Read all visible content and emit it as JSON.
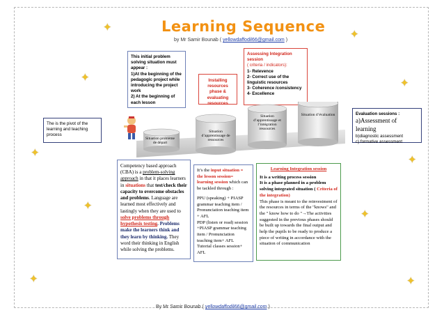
{
  "title": "Learning Sequence",
  "byline": {
    "prefix": "by Mr Samir Bounab (",
    "email": "yellowdaffodil66@gmail.com",
    "suffix": ")"
  },
  "footer": {
    "prefix": "By Mr Samir Bounab (",
    "email": "yellowdaffodil66@gmail.com",
    "suffix": ")"
  },
  "pivot_box": "The is the pivot of the learning and teaching process",
  "initial_box": [
    "This initial problem solving situation must appear :",
    "1)At the beginning of the pedagogic project while introducing the project work",
    "2) At the beginning of each lesson"
  ],
  "installing_box": "Installing resources phase & evaluating resources",
  "assessing_box": {
    "heading": "Assessing Integration session",
    "sub": "( criteria / indicators):",
    "items": [
      "1- Relevence",
      "2- Correct use of the linguistic resources",
      "3- Coherence /consistency",
      "4- Excellence"
    ]
  },
  "evaluation_box": {
    "heading": "Evaluation sessions :",
    "a": "a)Assessment of learning",
    "b": "b)diagnostic assessment",
    "c": "c) formative assessment"
  },
  "steps": [
    {
      "label": "Situation problème de départ"
    },
    {
      "label": "Situation d’apprentissage de ressources"
    },
    {
      "label": "Situation d’apprentissage et l’intégration ressources"
    },
    {
      "label": "Situation d’évaluation"
    }
  ],
  "competency_box": {
    "p1": "Competency based approach (CBA) is a",
    "p2": "problem-solving approach",
    "p3": "in that it places learners in",
    "p4": "situations",
    "p5": "that",
    "p6": "test/check their capacity to overcome obstacles and problems",
    "p7": ". Language are learned most effectively and lastingly when they are used to",
    "p8": "solve problems through hypothesis testing",
    "p9": ". Problems make the learners think and they learn by thinking.",
    "p10": "They word their thinking in English while solving the problems."
  },
  "input_box": {
    "p1": "It’s the",
    "p2": "input situation = the lesson session= learning session",
    "p3": "which can be tackled through :",
    "items": [
      "PPU (speaking) + PIASP grammar teaching item / Pronunciation teaching item + AFL",
      "PDP (listen or read) session +PIASP grammar teaching item / Pronunciation teaching item+ AFL",
      "Tutorial classes session+ AFL"
    ]
  },
  "integration_box": {
    "heading": "Learning Integration session",
    "item1": "It is a writing process session",
    "item2a": "It is a phase planned in a problem solving integrated situation (",
    "item2b": "Criteria of the integration)",
    "item3": "This phase is meant to the reinvestment of the resources in terms of the \"knows\" and the \" know how to do \"→The activities suggested in the previous phases should be built up towards the final output and help the pupils to be ready to produce a piece of writing in accordance with the situation of communication"
  },
  "colors": {
    "title": "#f29112",
    "red": "#d2261b",
    "link": "#1f3ea8",
    "star": "#f0c22a"
  },
  "icons": [
    "star-icon",
    "person-icon",
    "cylinder-icon"
  ]
}
